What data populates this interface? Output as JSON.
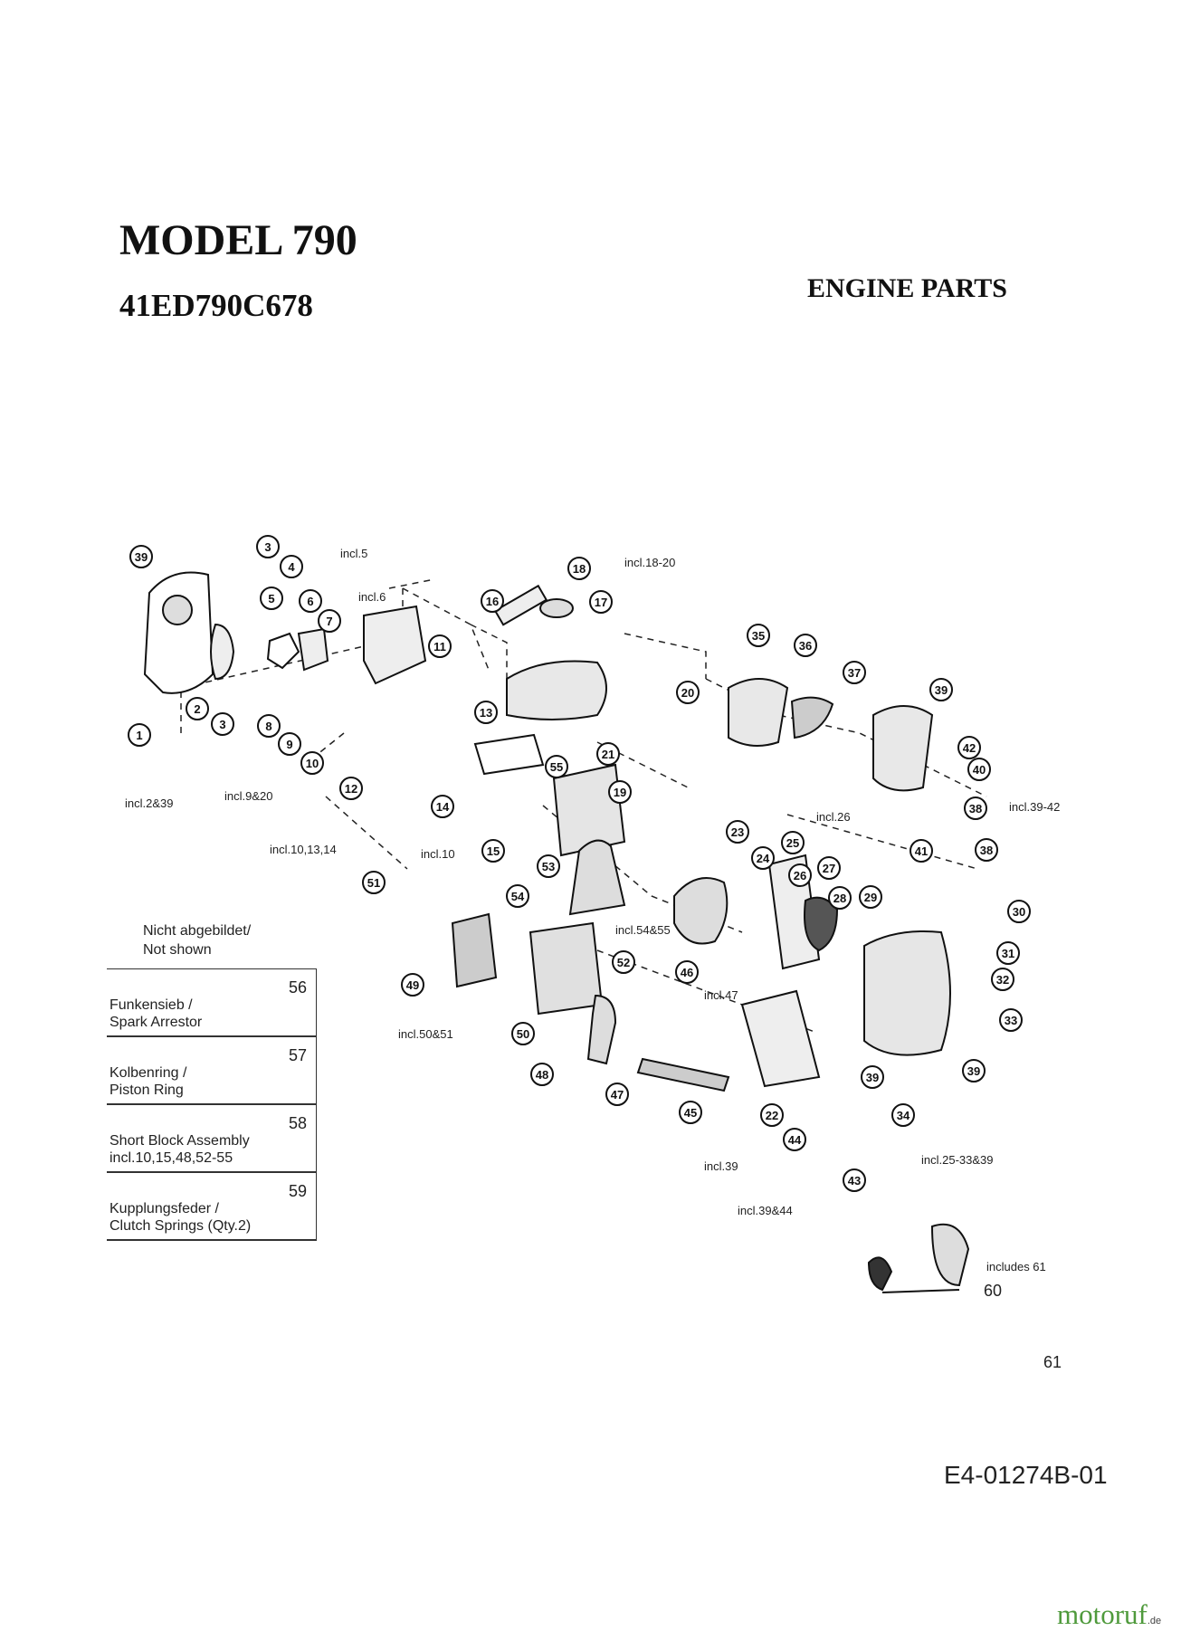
{
  "header": {
    "model": "MODEL 790",
    "model_code": "41ED790C678",
    "section": "ENGINE PARTS"
  },
  "callouts": [
    "1",
    "2",
    "3",
    "3",
    "4",
    "5",
    "6",
    "7",
    "8",
    "9",
    "10",
    "11",
    "12",
    "13",
    "14",
    "15",
    "16",
    "17",
    "18",
    "19",
    "20",
    "21",
    "22",
    "23",
    "24",
    "25",
    "26",
    "27",
    "28",
    "29",
    "30",
    "31",
    "32",
    "33",
    "34",
    "35",
    "36",
    "37",
    "38",
    "38",
    "39",
    "39",
    "39",
    "39",
    "40",
    "41",
    "42",
    "43",
    "44",
    "45",
    "46",
    "47",
    "48",
    "49",
    "50",
    "51",
    "52",
    "53",
    "54",
    "55"
  ],
  "notes": {
    "incl_2_39": "incl.2&39",
    "incl_9_20": "incl.9&20",
    "incl_5": "incl.5",
    "incl_6": "incl.6",
    "incl_10_13_14": "incl.10,13,14",
    "incl_10": "incl.10",
    "incl_18_20": "incl.18-20",
    "incl_26": "incl.26",
    "incl_39_42": "incl.39-42",
    "incl_54_55": "incl.54&55",
    "incl_47": "incl.47",
    "incl_50_51": "incl.50&51",
    "incl_39": "incl.39",
    "incl_39_44": "incl.39&44",
    "incl_25_33_39": "incl.25-33&39",
    "includes_61": "includes 61"
  },
  "extra_parts": {
    "p60": "60",
    "p61": "61"
  },
  "not_shown": {
    "heading": [
      "Nicht abgebildet/",
      "Not shown"
    ],
    "items": [
      {
        "num": "56",
        "lines": [
          "Funkensieb /",
          "Spark Arrestor"
        ]
      },
      {
        "num": "57",
        "lines": [
          "Kolbenring /",
          "Piston Ring"
        ]
      },
      {
        "num": "58",
        "lines": [
          "Short Block Assembly",
          "incl.10,15,48,52-55"
        ]
      },
      {
        "num": "59",
        "lines": [
          "Kupplungsfeder /",
          "Clutch Springs (Qty.2)"
        ]
      }
    ]
  },
  "doc_number": "E4-01274B-01",
  "watermark": {
    "name": "motoruf",
    "suffix": ".de"
  }
}
